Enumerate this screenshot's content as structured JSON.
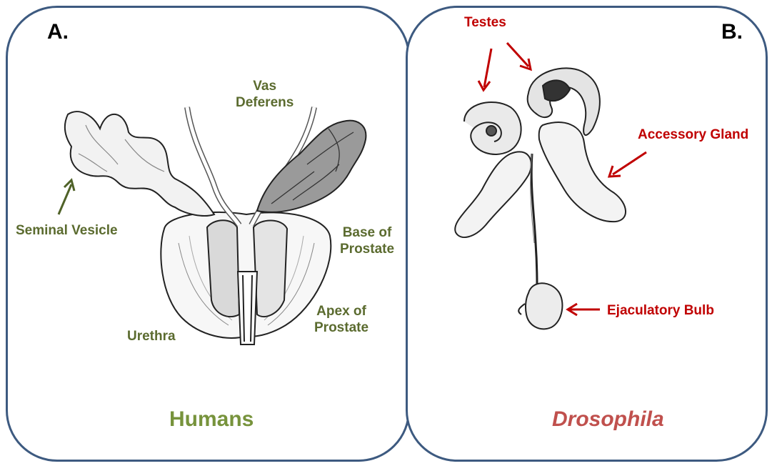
{
  "panelA": {
    "letter": "A.",
    "title": "Humans",
    "labels": {
      "vas_deferens": "Vas\nDeferens",
      "seminal_vesicle": "Seminal Vesicle",
      "base_prostate": "Base of\nProstate",
      "apex_prostate": "Apex of\nProstate",
      "urethra": "Urethra"
    },
    "label_color": "#5b6b2f",
    "title_color": "#77933c"
  },
  "panelB": {
    "letter": "B.",
    "title": "Drosophila",
    "labels": {
      "testes": "Testes",
      "accessory_gland": "Accessory Gland",
      "ejaculatory_bulb": "Ejaculatory Bulb"
    },
    "label_color": "#c00000",
    "title_color": "#c0504d"
  },
  "border_color": "#3d5a80"
}
